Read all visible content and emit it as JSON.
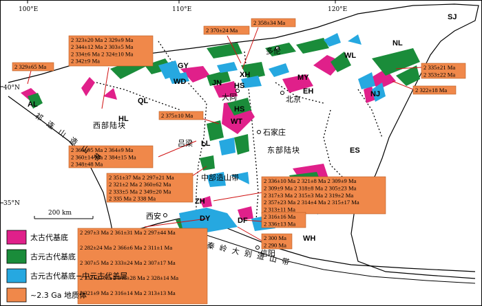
{
  "colors": {
    "archean": "#e0208a",
    "paleo": "#1a8c3a",
    "paleo_meso": "#26a8e0",
    "age_box": "#f0884a"
  },
  "graticule": {
    "lon_100": "100°E",
    "lon_110": "110°E",
    "lon_120": "120°E",
    "lat_40": "40°N",
    "lat_35": "35°N"
  },
  "scale": "200 km",
  "regions": {
    "qilian": "祁 连 山 造 山 带",
    "western_block": "西部陆块",
    "central_belt": "中部造山带",
    "eastern_block": "东部陆块",
    "qinling": "秦 岭 大 别 造 山 带"
  },
  "cities": {
    "duolun": "多伦",
    "datong": "大同",
    "beijing": "北京",
    "shijiazhuang": "石家庄",
    "lvliang": "吕梁",
    "xian": "西安",
    "xinyang": "信阳"
  },
  "codes": {
    "sj": "SJ",
    "nl": "NL",
    "wl": "WL",
    "my": "MY",
    "eh": "EH",
    "gy": "GY",
    "wd": "WD",
    "jn": "JN",
    "xh": "XH",
    "hs": "HS",
    "wt": "WT",
    "ll": "LL",
    "zh": "ZH",
    "dy": "DY",
    "df": "DF",
    "wh": "WH",
    "al": "AL",
    "ql": "QL",
    "hl": "HL",
    "es": "ES",
    "nj": "NJ"
  },
  "age_boxes": [
    "2 329±65 Ma",
    "2 323±20 Ma  2 329±9 Ma\n2 344±12 Ma  2 303±5 Ma\n2 334±6 Ma   2 324±10 Ma\n2 342±9 Ma",
    "2 370±24 Ma",
    "2 358±34 Ma",
    "2 335±21 Ma\n2 353±22 Ma",
    "2 322±18 Ma",
    "2 375±10 Ma",
    "2 360±95 Ma  2 364±9 Ma\n2 360±14 Ma  2 384±15 Ma\n2 348±48 Ma",
    "2 351±37 Ma  2 297±21 Ma\n2 321±2 Ma   2 360±62 Ma\n2 333±5 Ma   2 349±20 Ma\n2 335 Ma     2 338 Ma",
    "2 336±10 Ma  2 321±8 Ma   2 309±9 Ma\n2 309±9 Ma   2 318±8 Ma   2 305±23 Ma\n2 317±3 Ma   2 315±3 Ma   2 319±2 Ma\n2 357±23 Ma  2 314±4 Ma   2 315±17 Ma\n2 313±11 Ma",
    "2 316±16 Ma\n2 336±13 Ma",
    "2 300 Ma\n2 290 Ma",
    "2 297±3 Ma   2 361±31 Ma  2 297±44 Ma\n2 282±24 Ma  2 366±6 Ma   2 311±1 Ma\n2 307±5 Ma   2 333±24 Ma  2 307±17 Ma\n2 332±23 Ma  2 346±28 Ma  2 328±14 Ma\n2 321±9 Ma   2 316±14 Ma  2 313±13 Ma"
  ],
  "legend": {
    "archean": "太古代基底",
    "paleo": "古元古代基底",
    "paleo_meso": "古元古代基底−中元古代盖层",
    "age": "~2.3 Ga 地质体"
  }
}
